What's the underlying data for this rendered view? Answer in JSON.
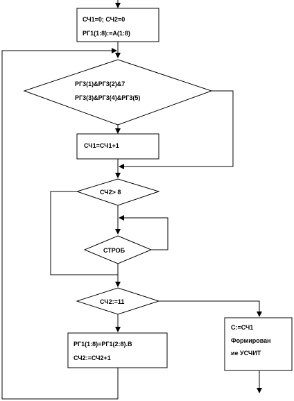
{
  "blocks": {
    "init": {
      "line1": "СЧ1=0; СЧ2=0",
      "line2": "РГ1(1:8):=А(1:8)"
    },
    "cond_and": {
      "line1": "РГ3(1)&РГ3(2)&7",
      "line2": "РГ3(3)&РГ3(4)&РГ3(5)"
    },
    "inc1": {
      "line1": "СЧ1=СЧ1+1"
    },
    "cmp8": {
      "line1": "СЧ2> 8"
    },
    "strobe": {
      "line1": "СТРОБ"
    },
    "cmp11": {
      "line1": "СЧ2:=11"
    },
    "shift": {
      "line1": "РГ1(1:8)=РГ1(2:8).В",
      "line2": "СЧ2:=СЧ2+1"
    },
    "form": {
      "line1": "С:=СЧ1",
      "line2": "Формирован",
      "line3": "ие УСЧИТ"
    }
  },
  "colors": {
    "stroke": "#000000",
    "background": "#ffffff"
  }
}
